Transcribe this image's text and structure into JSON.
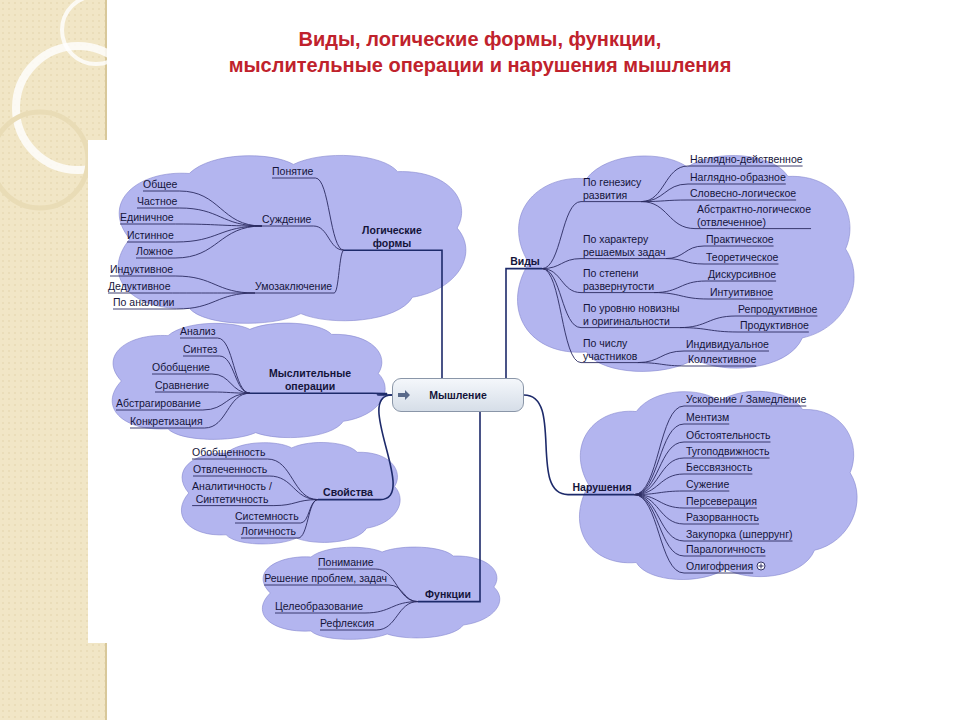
{
  "diagram": {
    "title": "Виды, логические формы, функции, мыслительные операции и нарушения мышления",
    "nodes": [
      {
        "text": [
          "Логические формы"
        ]
      },
      {
        "text": [
          "Понятие"
        ],
        "in": 0
      },
      {
        "text": [
          "Суждение"
        ],
        "in": 0
      },
      {
        "text": [
          "Умозаключение"
        ],
        "in": 0
      },
      {
        "text": [
          "Общее"
        ],
        "in": 0
      },
      {
        "text": [
          "Частное"
        ],
        "in": 0
      },
      {
        "text": [
          "Единичное"
        ],
        "in": 0
      },
      {
        "text": [
          "Истинное"
        ],
        "in": 0
      },
      {
        "text": [
          "Ложное"
        ],
        "in": 0
      },
      {
        "text": [
          "Индуктивное"
        ],
        "in": 0
      },
      {
        "text": [
          "Дедуктивное"
        ],
        "in": 0
      },
      {
        "text": [
          "По аналогии"
        ],
        "in": 0
      },
      {
        "text": [
          "Мыслительные операции"
        ]
      },
      {
        "text": [
          "Анализ"
        ],
        "in": 12
      },
      {
        "text": [
          "Синтез"
        ],
        "in": 12
      },
      {
        "text": [
          "Обобщение"
        ],
        "in": 12
      },
      {
        "text": [
          "Сравнение"
        ],
        "in": 12
      },
      {
        "text": [
          "Абстрагирование"
        ],
        "in": 12
      },
      {
        "text": [
          "Конкретизация"
        ],
        "in": 12
      },
      {
        "text": [
          "Свойства"
        ]
      },
      {
        "text": [
          "Обобщенность"
        ],
        "in": 19
      },
      {
        "text": [
          "Отвлеченность"
        ],
        "in": 19
      },
      {
        "text": [
          "Аналитичность / Синтетичность"
        ],
        "in": 19
      },
      {
        "text": [
          "Системность"
        ],
        "in": 19
      },
      {
        "text": [
          "Логичность"
        ],
        "in": 19
      },
      {
        "text": [
          "Функции"
        ]
      },
      {
        "text": [
          "Понимание"
        ],
        "in": 25
      },
      {
        "text": [
          "Решение проблем, задач"
        ],
        "in": 25
      },
      {
        "text": [
          "Целеобразование"
        ],
        "in": 25
      },
      {
        "text": [
          "Рефлексия"
        ],
        "in": 25
      },
      {
        "text": [
          "Мышление"
        ]
      },
      {
        "text": [
          "Виды"
        ]
      },
      {
        "text": [
          "По генезису развития"
        ],
        "in": 31
      },
      {
        "text": [
          "Наглядно-действенное"
        ],
        "in": 31
      },
      {
        "text": [
          "Наглядно-образное"
        ],
        "in": 31
      },
      {
        "text": [
          "Словесно-логическое"
        ],
        "in": 31
      },
      {
        "text": [
          "Абстрактно-логическое (отвлеченное)"
        ],
        "in": 31
      },
      {
        "text": [
          "По характеру решаемых задач"
        ],
        "in": 31
      },
      {
        "text": [
          "Практическое"
        ],
        "in": 31
      },
      {
        "text": [
          "Теоретическое"
        ],
        "in": 31
      },
      {
        "text": [
          "По степени развернутости"
        ],
        "in": 31
      },
      {
        "text": [
          "Дискурсивное"
        ],
        "in": 31
      },
      {
        "text": [
          "Интуитивное"
        ],
        "in": 31
      },
      {
        "text": [
          "По уровню новизны и оригинальности"
        ],
        "in": 31
      },
      {
        "text": [
          "Репродуктивное"
        ],
        "in": 31
      },
      {
        "text": [
          "Продуктивное"
        ],
        "in": 31
      },
      {
        "text": [
          "По числу участников"
        ],
        "in": 31
      },
      {
        "text": [
          "Индивидуальное"
        ],
        "in": 31
      },
      {
        "text": [
          "Коллективное"
        ],
        "in": 31
      },
      {
        "text": [
          "Нарушения"
        ]
      },
      {
        "text": [
          "Ускорение / Замедление"
        ],
        "in": 49
      },
      {
        "text": [
          "Ментизм"
        ],
        "in": 49
      },
      {
        "text": [
          "Обстоятельность"
        ],
        "in": 49
      },
      {
        "text": [
          "Тугоподвижность"
        ],
        "in": 49
      },
      {
        "text": [
          "Бессвязность"
        ],
        "in": 49
      },
      {
        "text": [
          "Сужение"
        ],
        "in": 49
      },
      {
        "text": [
          "Персеверация"
        ],
        "in": 49
      },
      {
        "text": [
          "Разорванность"
        ],
        "in": 49
      },
      {
        "text": [
          "Закупорка (шперрунг)"
        ],
        "in": 49
      },
      {
        "text": [
          "Паралогичность"
        ],
        "in": 49
      },
      {
        "text": [
          "Олигофрения"
        ],
        "in": 49
      }
    ],
    "edges": [
      {
        "from": 30,
        "to": 0,
        "arrow": "none"
      },
      {
        "from": 30,
        "to": 12,
        "arrow": "none"
      },
      {
        "from": 30,
        "to": 19,
        "arrow": "none"
      },
      {
        "from": 30,
        "to": 25,
        "arrow": "none"
      },
      {
        "from": 30,
        "to": 31,
        "arrow": "none"
      },
      {
        "from": 30,
        "to": 49,
        "arrow": "none"
      },
      {
        "from": 0,
        "to": 1,
        "arrow": "none"
      },
      {
        "from": 0,
        "to": 2,
        "arrow": "none"
      },
      {
        "from": 0,
        "to": 3,
        "arrow": "none"
      },
      {
        "from": 2,
        "to": 4,
        "arrow": "none"
      },
      {
        "from": 2,
        "to": 5,
        "arrow": "none"
      },
      {
        "from": 2,
        "to": 6,
        "arrow": "none"
      },
      {
        "from": 2,
        "to": 7,
        "arrow": "none"
      },
      {
        "from": 2,
        "to": 8,
        "arrow": "none"
      },
      {
        "from": 3,
        "to": 9,
        "arrow": "none"
      },
      {
        "from": 3,
        "to": 10,
        "arrow": "none"
      },
      {
        "from": 3,
        "to": 11,
        "arrow": "none"
      },
      {
        "from": 12,
        "to": 13,
        "arrow": "none"
      },
      {
        "from": 12,
        "to": 14,
        "arrow": "none"
      },
      {
        "from": 12,
        "to": 15,
        "arrow": "none"
      },
      {
        "from": 12,
        "to": 16,
        "arrow": "none"
      },
      {
        "from": 12,
        "to": 17,
        "arrow": "none"
      },
      {
        "from": 12,
        "to": 18,
        "arrow": "none"
      },
      {
        "from": 19,
        "to": 20,
        "arrow": "none"
      },
      {
        "from": 19,
        "to": 21,
        "arrow": "none"
      },
      {
        "from": 19,
        "to": 22,
        "arrow": "none"
      },
      {
        "from": 19,
        "to": 23,
        "arrow": "none"
      },
      {
        "from": 19,
        "to": 24,
        "arrow": "none"
      },
      {
        "from": 25,
        "to": 26,
        "arrow": "none"
      },
      {
        "from": 25,
        "to": 27,
        "arrow": "none"
      },
      {
        "from": 25,
        "to": 28,
        "arrow": "none"
      },
      {
        "from": 25,
        "to": 29,
        "arrow": "none"
      },
      {
        "from": 31,
        "to": 32,
        "arrow": "none"
      },
      {
        "from": 31,
        "to": 37,
        "arrow": "none"
      },
      {
        "from": 31,
        "to": 40,
        "arrow": "none"
      },
      {
        "from": 31,
        "to": 43,
        "arrow": "none"
      },
      {
        "from": 31,
        "to": 46,
        "arrow": "none"
      },
      {
        "from": 32,
        "to": 33,
        "arrow": "none"
      },
      {
        "from": 32,
        "to": 34,
        "arrow": "none"
      },
      {
        "from": 32,
        "to": 35,
        "arrow": "none"
      },
      {
        "from": 32,
        "to": 36,
        "arrow": "none"
      },
      {
        "from": 37,
        "to": 38,
        "arrow": "none"
      },
      {
        "from": 37,
        "to": 39,
        "arrow": "none"
      },
      {
        "from": 40,
        "to": 41,
        "arrow": "none"
      },
      {
        "from": 40,
        "to": 42,
        "arrow": "none"
      },
      {
        "from": 43,
        "to": 44,
        "arrow": "none"
      },
      {
        "from": 43,
        "to": 45,
        "arrow": "none"
      },
      {
        "from": 46,
        "to": 47,
        "arrow": "none"
      },
      {
        "from": 46,
        "to": 48,
        "arrow": "none"
      },
      {
        "from": 49,
        "to": 50,
        "arrow": "none"
      },
      {
        "from": 49,
        "to": 51,
        "arrow": "none"
      },
      {
        "from": 49,
        "to": 52,
        "arrow": "none"
      },
      {
        "from": 49,
        "to": 53,
        "arrow": "none"
      },
      {
        "from": 49,
        "to": 54,
        "arrow": "none"
      },
      {
        "from": 49,
        "to": 55,
        "arrow": "none"
      },
      {
        "from": 49,
        "to": 56,
        "arrow": "none"
      },
      {
        "from": 49,
        "to": 57,
        "arrow": "none"
      },
      {
        "from": 49,
        "to": 58,
        "arrow": "none"
      },
      {
        "from": 49,
        "to": 59,
        "arrow": "none"
      },
      {
        "from": 49,
        "to": 60,
        "arrow": "none"
      }
    ]
  }
}
